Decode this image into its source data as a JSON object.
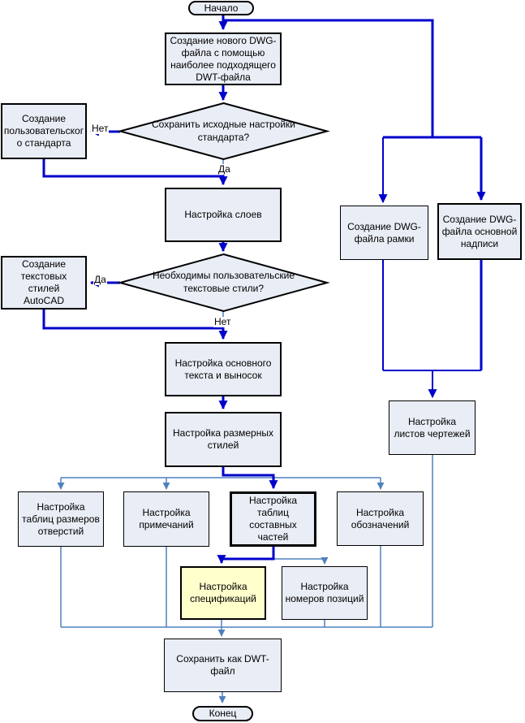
{
  "nodes": {
    "start": {
      "label": "Начало"
    },
    "create_dwg": {
      "label": "Создание нового DWG-\nфайла с помощью\nнаиболее подходящего\nDWT-файла"
    },
    "decision_keep_standard": {
      "label": "Сохранить исходные настройки\nстандарта?"
    },
    "custom_standard": {
      "label": "Создание\nпользовательског\nо стандарта"
    },
    "layers": {
      "label": "Настройка слоев"
    },
    "decision_text_styles": {
      "label": "Необходимы пользовательские\nтекстовые стили?"
    },
    "text_styles": {
      "label": "Создание\nтекстовых стилей\nAutoCAD"
    },
    "main_text": {
      "label": "Настройка основного\nтекста и выносок"
    },
    "dim_styles": {
      "label": "Настройка размерных\nстилей"
    },
    "hole_tables": {
      "label": "Настройка\nтаблиц размеров\nотверстий"
    },
    "notes": {
      "label": "Настройка\nпримечаний"
    },
    "parts_tables": {
      "label": "Настройка\nтаблиц\nсоставных частей"
    },
    "symbols": {
      "label": "Настройка\nобозначений"
    },
    "specs": {
      "label": "Настройка\nспецификаций"
    },
    "item_numbers": {
      "label": "Настройка\nномеров позиций"
    },
    "save_dwt": {
      "label": "Сохранить как DWT-\nфайл"
    },
    "frame_dwg": {
      "label": "Создание DWG-\nфайла рамки"
    },
    "title_block_dwg": {
      "label": "Создание DWG-\nфайла основной\nнадписи"
    },
    "sheets": {
      "label": "Настройка\nлистов чертежей"
    },
    "end": {
      "label": "Конец"
    }
  },
  "edge_labels": {
    "decision1_no": "Нет",
    "decision1_yes": "Да",
    "decision2_yes": "Да",
    "decision2_no": "Нет"
  },
  "colors": {
    "main_flow": "#0000cc",
    "secondary_flow": "#4f81bd",
    "node_fill": "#e9edf5",
    "highlight_fill": "#ffffcc",
    "node_border": "#000000"
  }
}
